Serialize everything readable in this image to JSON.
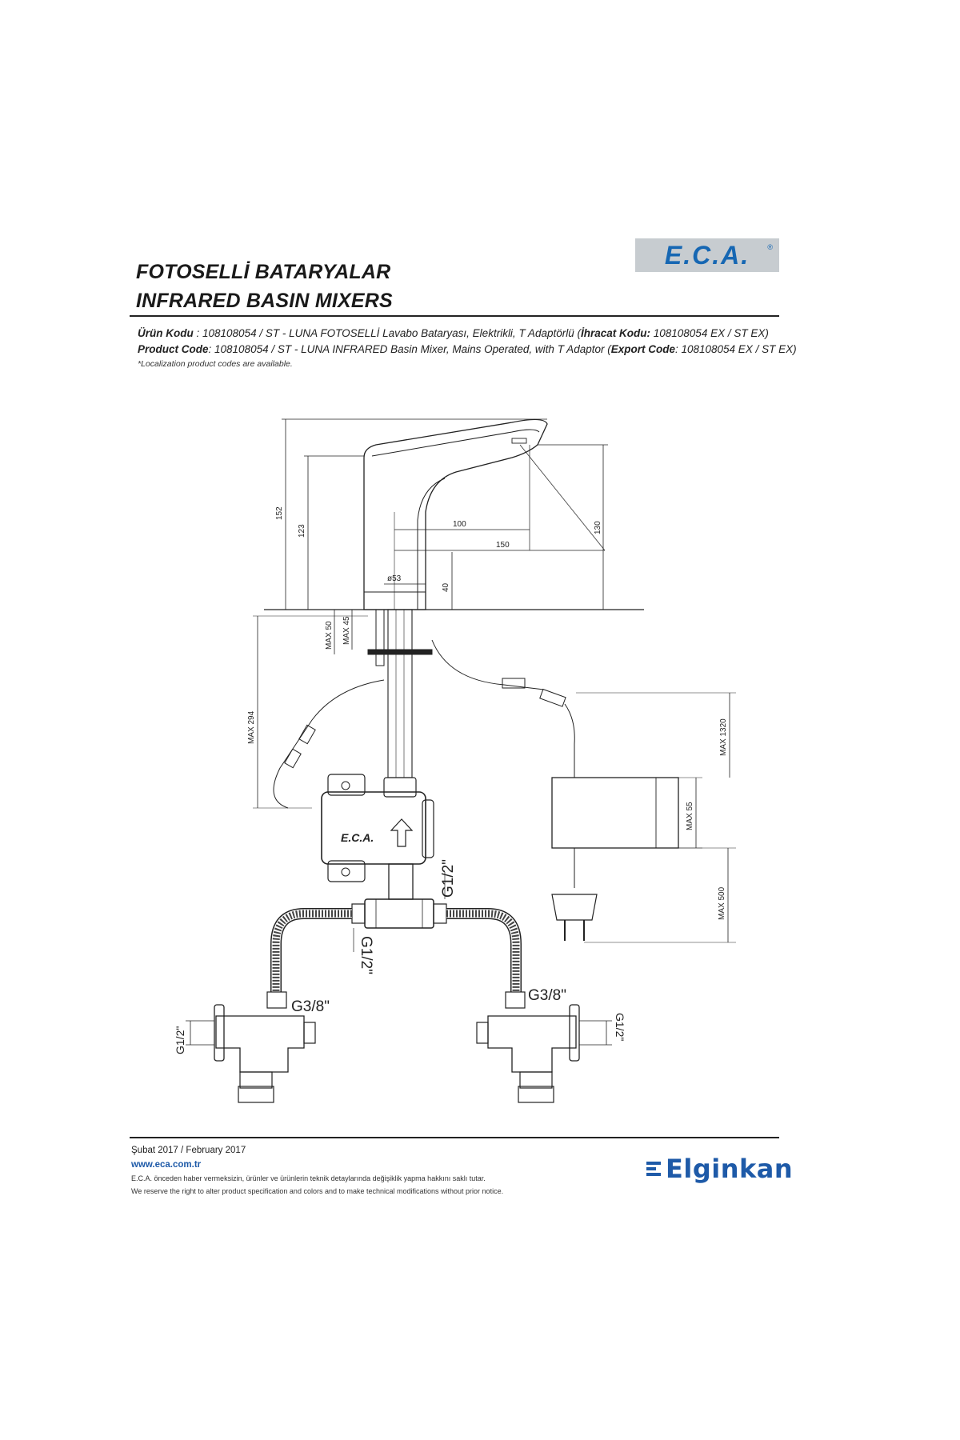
{
  "header": {
    "logo": "E.C.A.",
    "logo_reg": "®",
    "title_tr": "FOTOSELLİ BATARYALAR",
    "title_en": "INFRARED BASIN MIXERS"
  },
  "codes": {
    "tr_label": "Ürün Kodu",
    "tr_text": "   : 108108054 / ST - LUNA FOTOSELLİ Lavabo Bataryası, Elektrikli, T Adaptörlü (",
    "tr_export_label": "İhracat Kodu:",
    "tr_export_value": " 108108054 EX / ST EX)",
    "en_label": "Product Code",
    "en_text": ": 108108054 / ST - LUNA INFRARED Basin Mixer, Mains Operated, with T Adaptor (",
    "en_export_label": "Export Code",
    "en_export_value": ": 108108054 EX / ST EX)",
    "note": "*Localization product codes are available."
  },
  "drawing": {
    "dim_152": "152",
    "dim_123": "123",
    "dim_100": "100",
    "dim_150": "150",
    "dim_130": "130",
    "dim_d53": "ø53",
    "dim_40": "40",
    "dim_max50": "MAX 50",
    "dim_max45": "MAX 45",
    "dim_max294": "MAX 294",
    "dim_max1320": "MAX 1320",
    "dim_max55": "MAX 55",
    "dim_max500": "MAX 500",
    "box_logo": "E.C.A.",
    "g12_right": "G1/2\"",
    "g12_bottom": "G1/2\"",
    "g38_left": "G3/8\"",
    "g38_right": "G3/8\"",
    "g12_left_valve": "G1/2\"",
    "g12_right_valve": "G1/2\""
  },
  "footer": {
    "date": "Şubat 2017 / February 2017",
    "web": "www.eca.com.tr",
    "disclaimer_tr": "E.C.A. önceden haber vermeksizin, ürünler ve ürünlerin teknik detaylarında değişiklik yapma hakkını saklı tutar.",
    "disclaimer_en": "We reserve the right to alter product specification and colors and to make technical modifications without prior notice.",
    "brand": "Elginkan"
  }
}
